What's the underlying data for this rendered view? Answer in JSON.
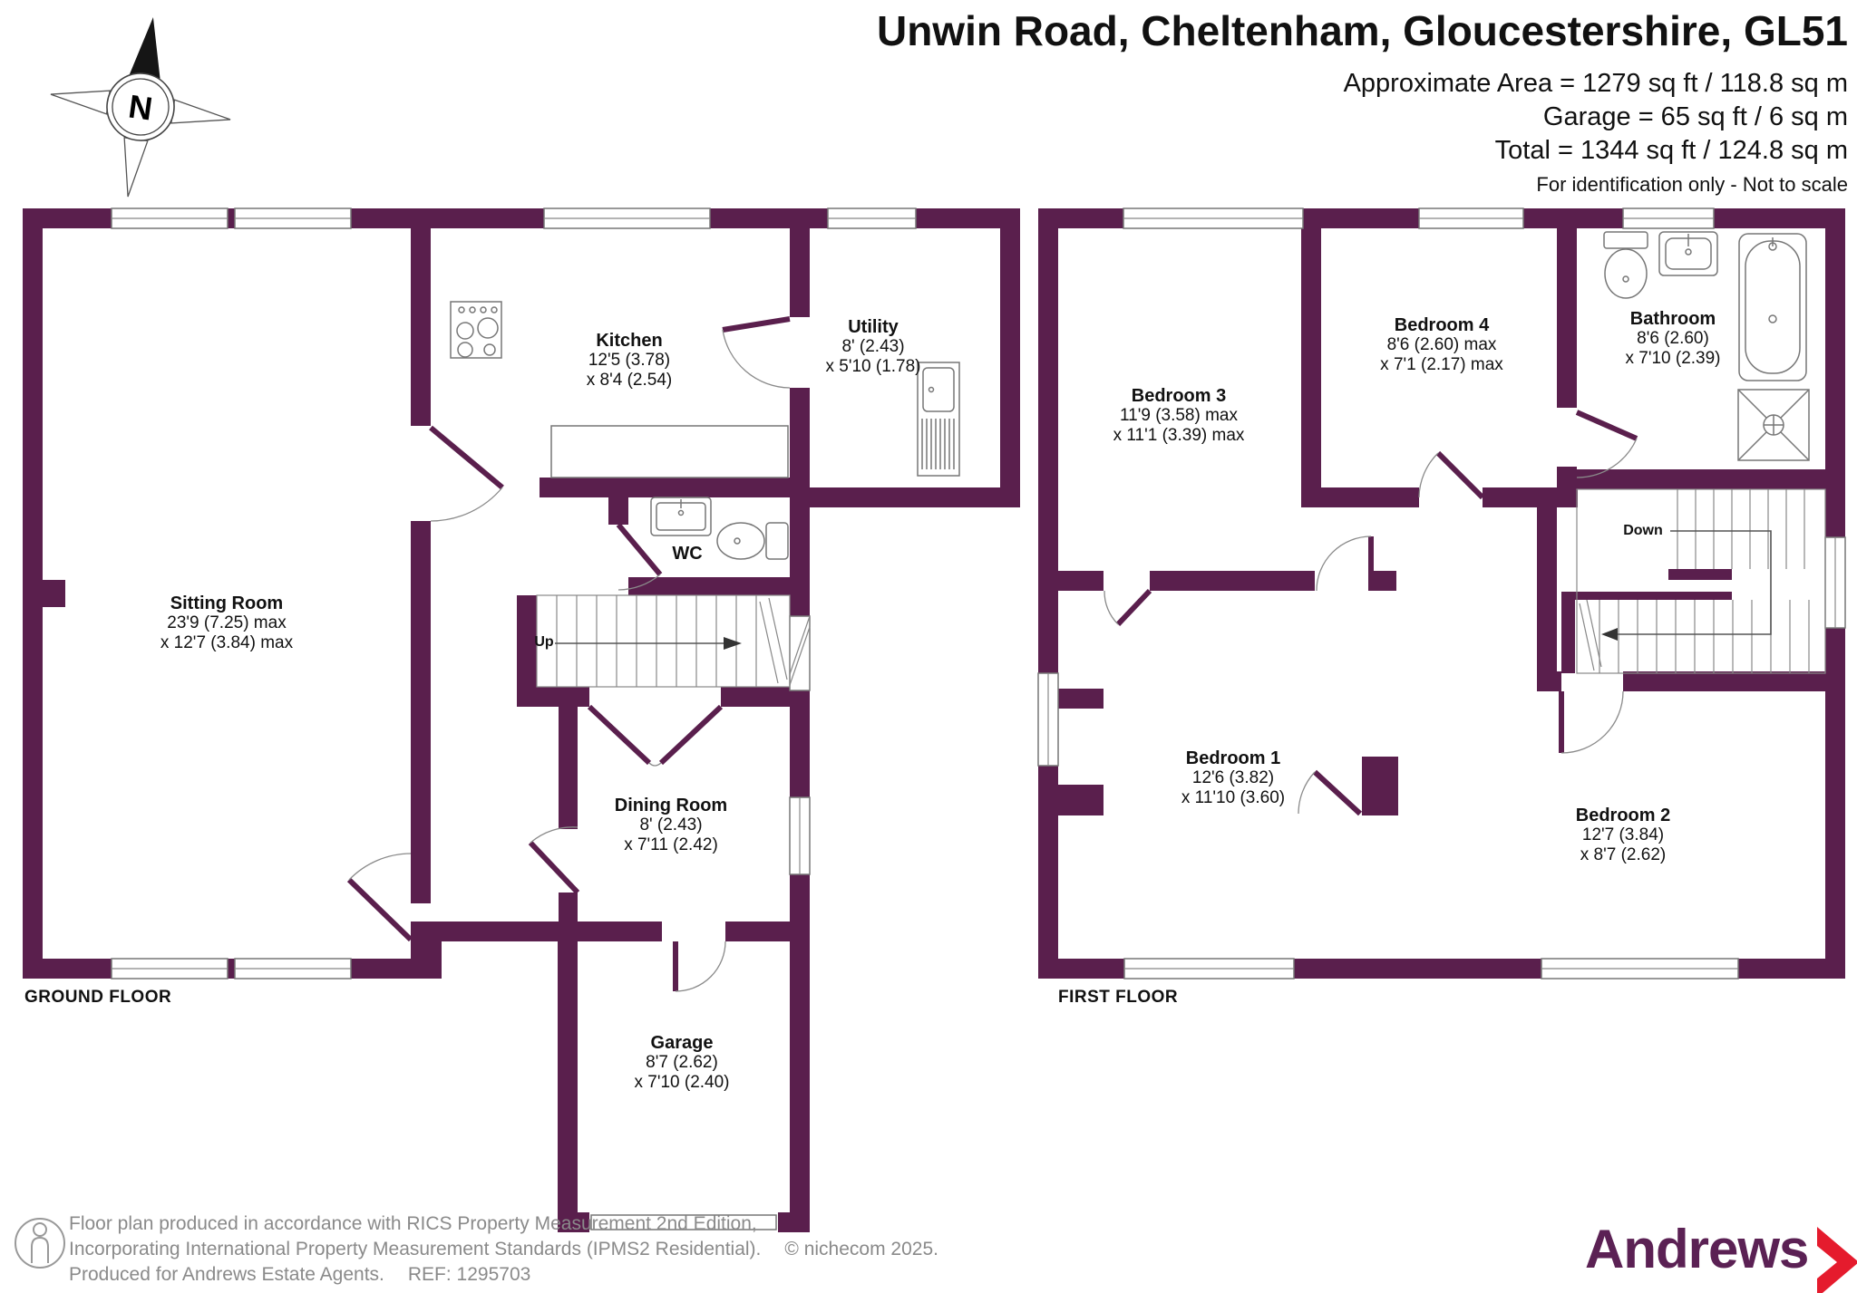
{
  "header": {
    "title": "Unwin Road, Cheltenham, Gloucestershire, GL51",
    "area_line1": "Approximate Area = 1279 sq ft / 118.8 sq m",
    "area_line2": "Garage = 65 sq ft / 6 sq m",
    "area_line3": "Total = 1344 sq ft / 124.8 sq m",
    "disclaimer": "For identification only - Not to scale"
  },
  "compass": {
    "label": "N"
  },
  "floors": {
    "ground": {
      "name": "GROUND FLOOR",
      "stairs_label": "Up",
      "rooms": {
        "sitting": {
          "name": "Sitting Room",
          "dim1": "23'9 (7.25) max",
          "dim2": "x 12'7 (3.84) max"
        },
        "kitchen": {
          "name": "Kitchen",
          "dim1": "12'5 (3.78)",
          "dim2": "x 8'4 (2.54)"
        },
        "utility": {
          "name": "Utility",
          "dim1": "8' (2.43)",
          "dim2": "x 5'10 (1.78)"
        },
        "wc": {
          "name": "WC"
        },
        "dining": {
          "name": "Dining Room",
          "dim1": "8' (2.43)",
          "dim2": "x 7'11 (2.42)"
        },
        "garage": {
          "name": "Garage",
          "dim1": "8'7 (2.62)",
          "dim2": "x 7'10 (2.40)"
        }
      }
    },
    "first": {
      "name": "FIRST FLOOR",
      "stairs_label": "Down",
      "rooms": {
        "bedroom3": {
          "name": "Bedroom 3",
          "dim1": "11'9 (3.58) max",
          "dim2": "x 11'1 (3.39) max"
        },
        "bedroom4": {
          "name": "Bedroom 4",
          "dim1": "8'6 (2.60) max",
          "dim2": "x 7'1 (2.17) max"
        },
        "bathroom": {
          "name": "Bathroom",
          "dim1": "8'6 (2.60)",
          "dim2": "x 7'10 (2.39)"
        },
        "bedroom1": {
          "name": "Bedroom 1",
          "dim1": "12'6 (3.82)",
          "dim2": "x 11'10 (3.60)"
        },
        "bedroom2": {
          "name": "Bedroom 2",
          "dim1": "12'7 (3.84)",
          "dim2": "x 8'7 (2.62)"
        }
      }
    }
  },
  "footer": {
    "line1": "Floor plan produced in accordance with RICS Property Measurement 2nd Edition,",
    "line2": "Incorporating International Property Measurement Standards (IPMS2 Residential).",
    "copyright": "© nichecom 2025.",
    "line3": "Produced for Andrews Estate Agents.",
    "ref": "REF: 1295703",
    "logo_text": "Andrews"
  },
  "colors": {
    "wall": "#5a1f4d",
    "logo": "#5b2154",
    "chevron": "#e51b2d"
  }
}
